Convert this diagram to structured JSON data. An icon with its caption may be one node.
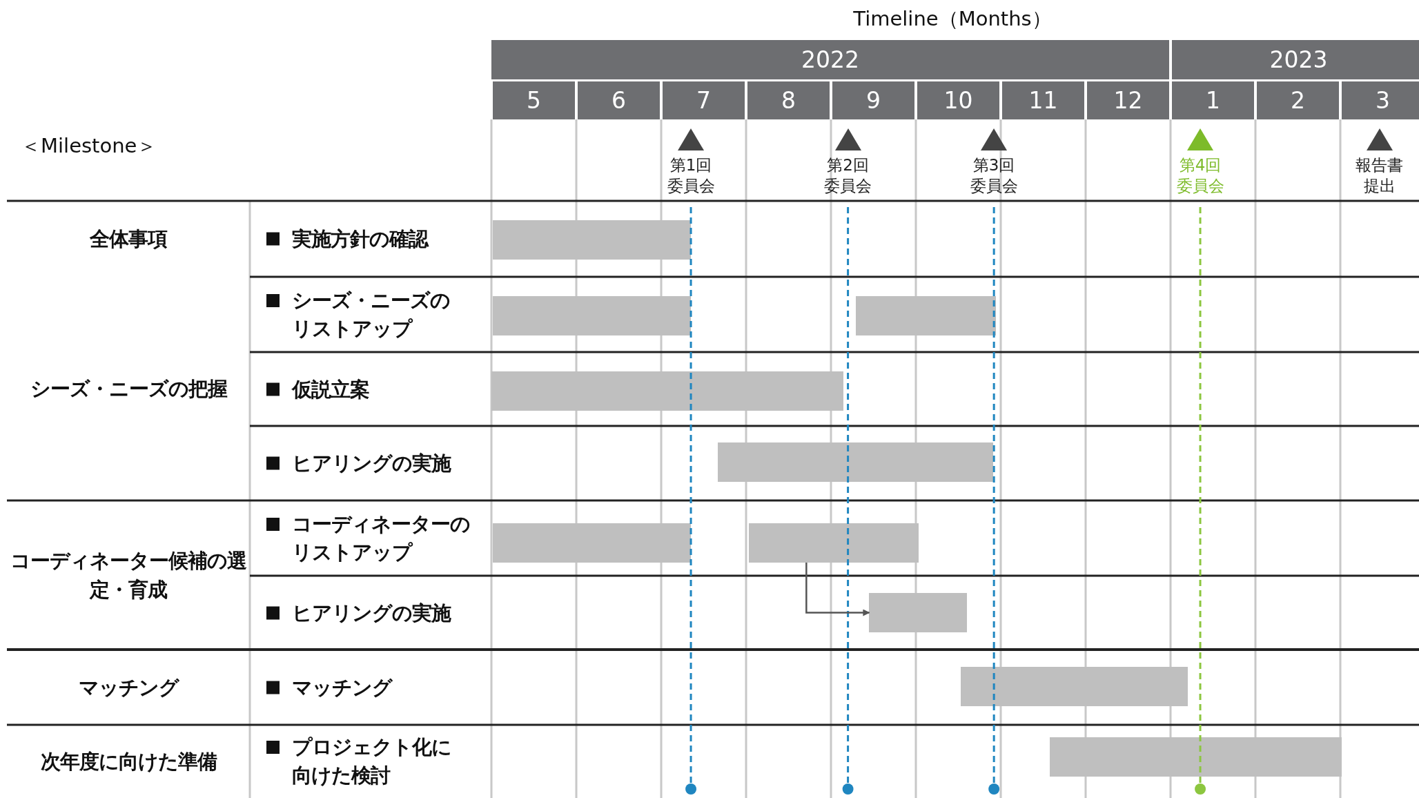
{
  "diagram": {
    "title": "Timeline（Months）",
    "nodes": [
      {
        "text": [
          "第1回委員会"
        ]
      },
      {
        "text": [
          "第2回委員会"
        ]
      },
      {
        "text": [
          "第3回委員会"
        ]
      },
      {
        "text": [
          "第4回委員会"
        ]
      },
      {
        "text": [
          "報告書提出"
        ]
      },
      {
        "text": [],
        "shape": "bar"
      },
      {
        "text": [],
        "shape": "bar"
      },
      {
        "text": [],
        "shape": "bar"
      },
      {
        "text": [],
        "shape": "bar"
      },
      {
        "text": [],
        "shape": "bar"
      },
      {
        "text": [],
        "shape": "bar"
      },
      {
        "text": [],
        "shape": "bar"
      },
      {
        "text": [],
        "shape": "bar"
      },
      {
        "text": [],
        "shape": "bar"
      },
      {
        "text": [],
        "shape": "bar"
      }
    ],
    "edges": [
      {
        "from": 11,
        "to": 12,
        "arrow": "to"
      }
    ],
    "labels": [
      "＜Milestone＞",
      "2022",
      "2023",
      "5",
      "6",
      "7",
      "8",
      "9",
      "10",
      "11",
      "12",
      "1",
      "2",
      "3",
      "全体事項",
      "実施方針の確認",
      "シーズ・ニーズの把握",
      "シーズ・ニーズのリストアップ",
      "仮説立案",
      "ヒアリングの実施",
      "コーディネーター候補の選定・育成",
      "コーディネーターのリストアップ",
      "ヒアリングの実施",
      "マッチング",
      "マッチング",
      "次年度に向けた準備",
      "プロジェクト化に向けた検討"
    ]
  }
}
